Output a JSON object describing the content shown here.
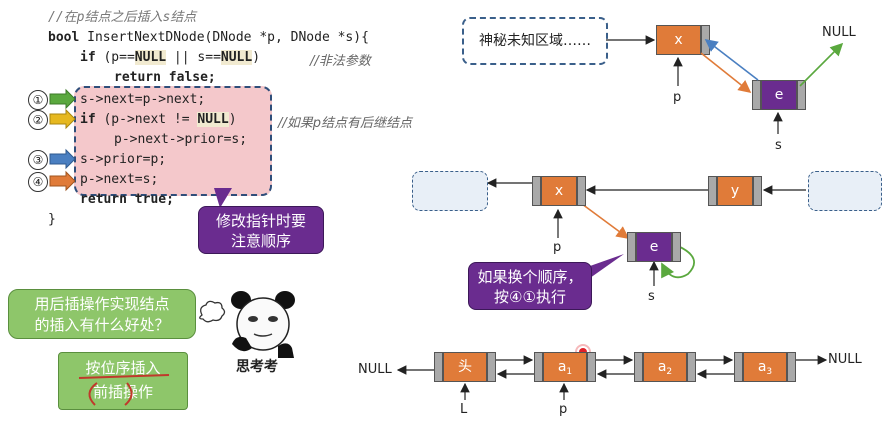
{
  "code": {
    "comment_title": "//在p结点之后插入s结点",
    "line_sig_a": "bool",
    "line_sig_b": " InsertNextDNode(DNode *p, DNode *s){",
    "line_if_a": "if",
    "line_if_b": " (p==",
    "line_if_null1": "NULL",
    "line_if_c": " || s==",
    "line_if_null2": "NULL",
    "line_if_d": ")",
    "line_if_comment": "//非法参数",
    "line_ret_false_a": "return",
    "line_ret_false_b": " false;",
    "line_1": "s->next=p->next;",
    "line_2_a": "if",
    "line_2_b": " (p->next != ",
    "line_2_null": "NULL",
    "line_2_c": ")",
    "line_2_comment": "//如果p结点有后继结点",
    "line_2_body": "p->next->prior=s;",
    "line_3": "s->prior=p;",
    "line_4": "p->next=s;",
    "line_ret_true_a": "return",
    "line_ret_true_b": " true;",
    "line_close": "}"
  },
  "step_markers": [
    "①",
    "②",
    "③",
    "④"
  ],
  "step_colors": [
    "#5aa83e",
    "#e6b820",
    "#4a7fc1",
    "#e07b39"
  ],
  "callouts": {
    "pointer_note": "修改指针时要\n注意顺序",
    "order_note": "如果换个顺序，\n按④①执行",
    "question": "用后插操作实现结点\n的插入有什么好处？",
    "answer_line1": "按位序插入",
    "answer_line2": "前插操作",
    "thinking": "思考考"
  },
  "diagram1": {
    "mystery_label": "神秘未知区域……",
    "node_x": "x",
    "node_e": "e",
    "null_label": "NULL",
    "ptr_p": "p",
    "ptr_s": "s"
  },
  "diagram2": {
    "node_x": "x",
    "node_y": "y",
    "node_e": "e",
    "ptr_p": "p",
    "ptr_s": "s"
  },
  "diagram3": {
    "null_left": "NULL",
    "null_right": "NULL",
    "head": "头",
    "a_base": "a",
    "a1_sub": "1",
    "a2_sub": "2",
    "a3_sub": "3",
    "ptr_L": "L",
    "ptr_p": "p"
  },
  "colors": {
    "node_orange": "#e07b39",
    "node_purple": "#6a2c8f",
    "arrow_blue": "#4a7fc1",
    "arrow_green": "#5aa83e",
    "arrow_orange": "#e07b39",
    "pink_highlight": "#f4c8cb"
  }
}
